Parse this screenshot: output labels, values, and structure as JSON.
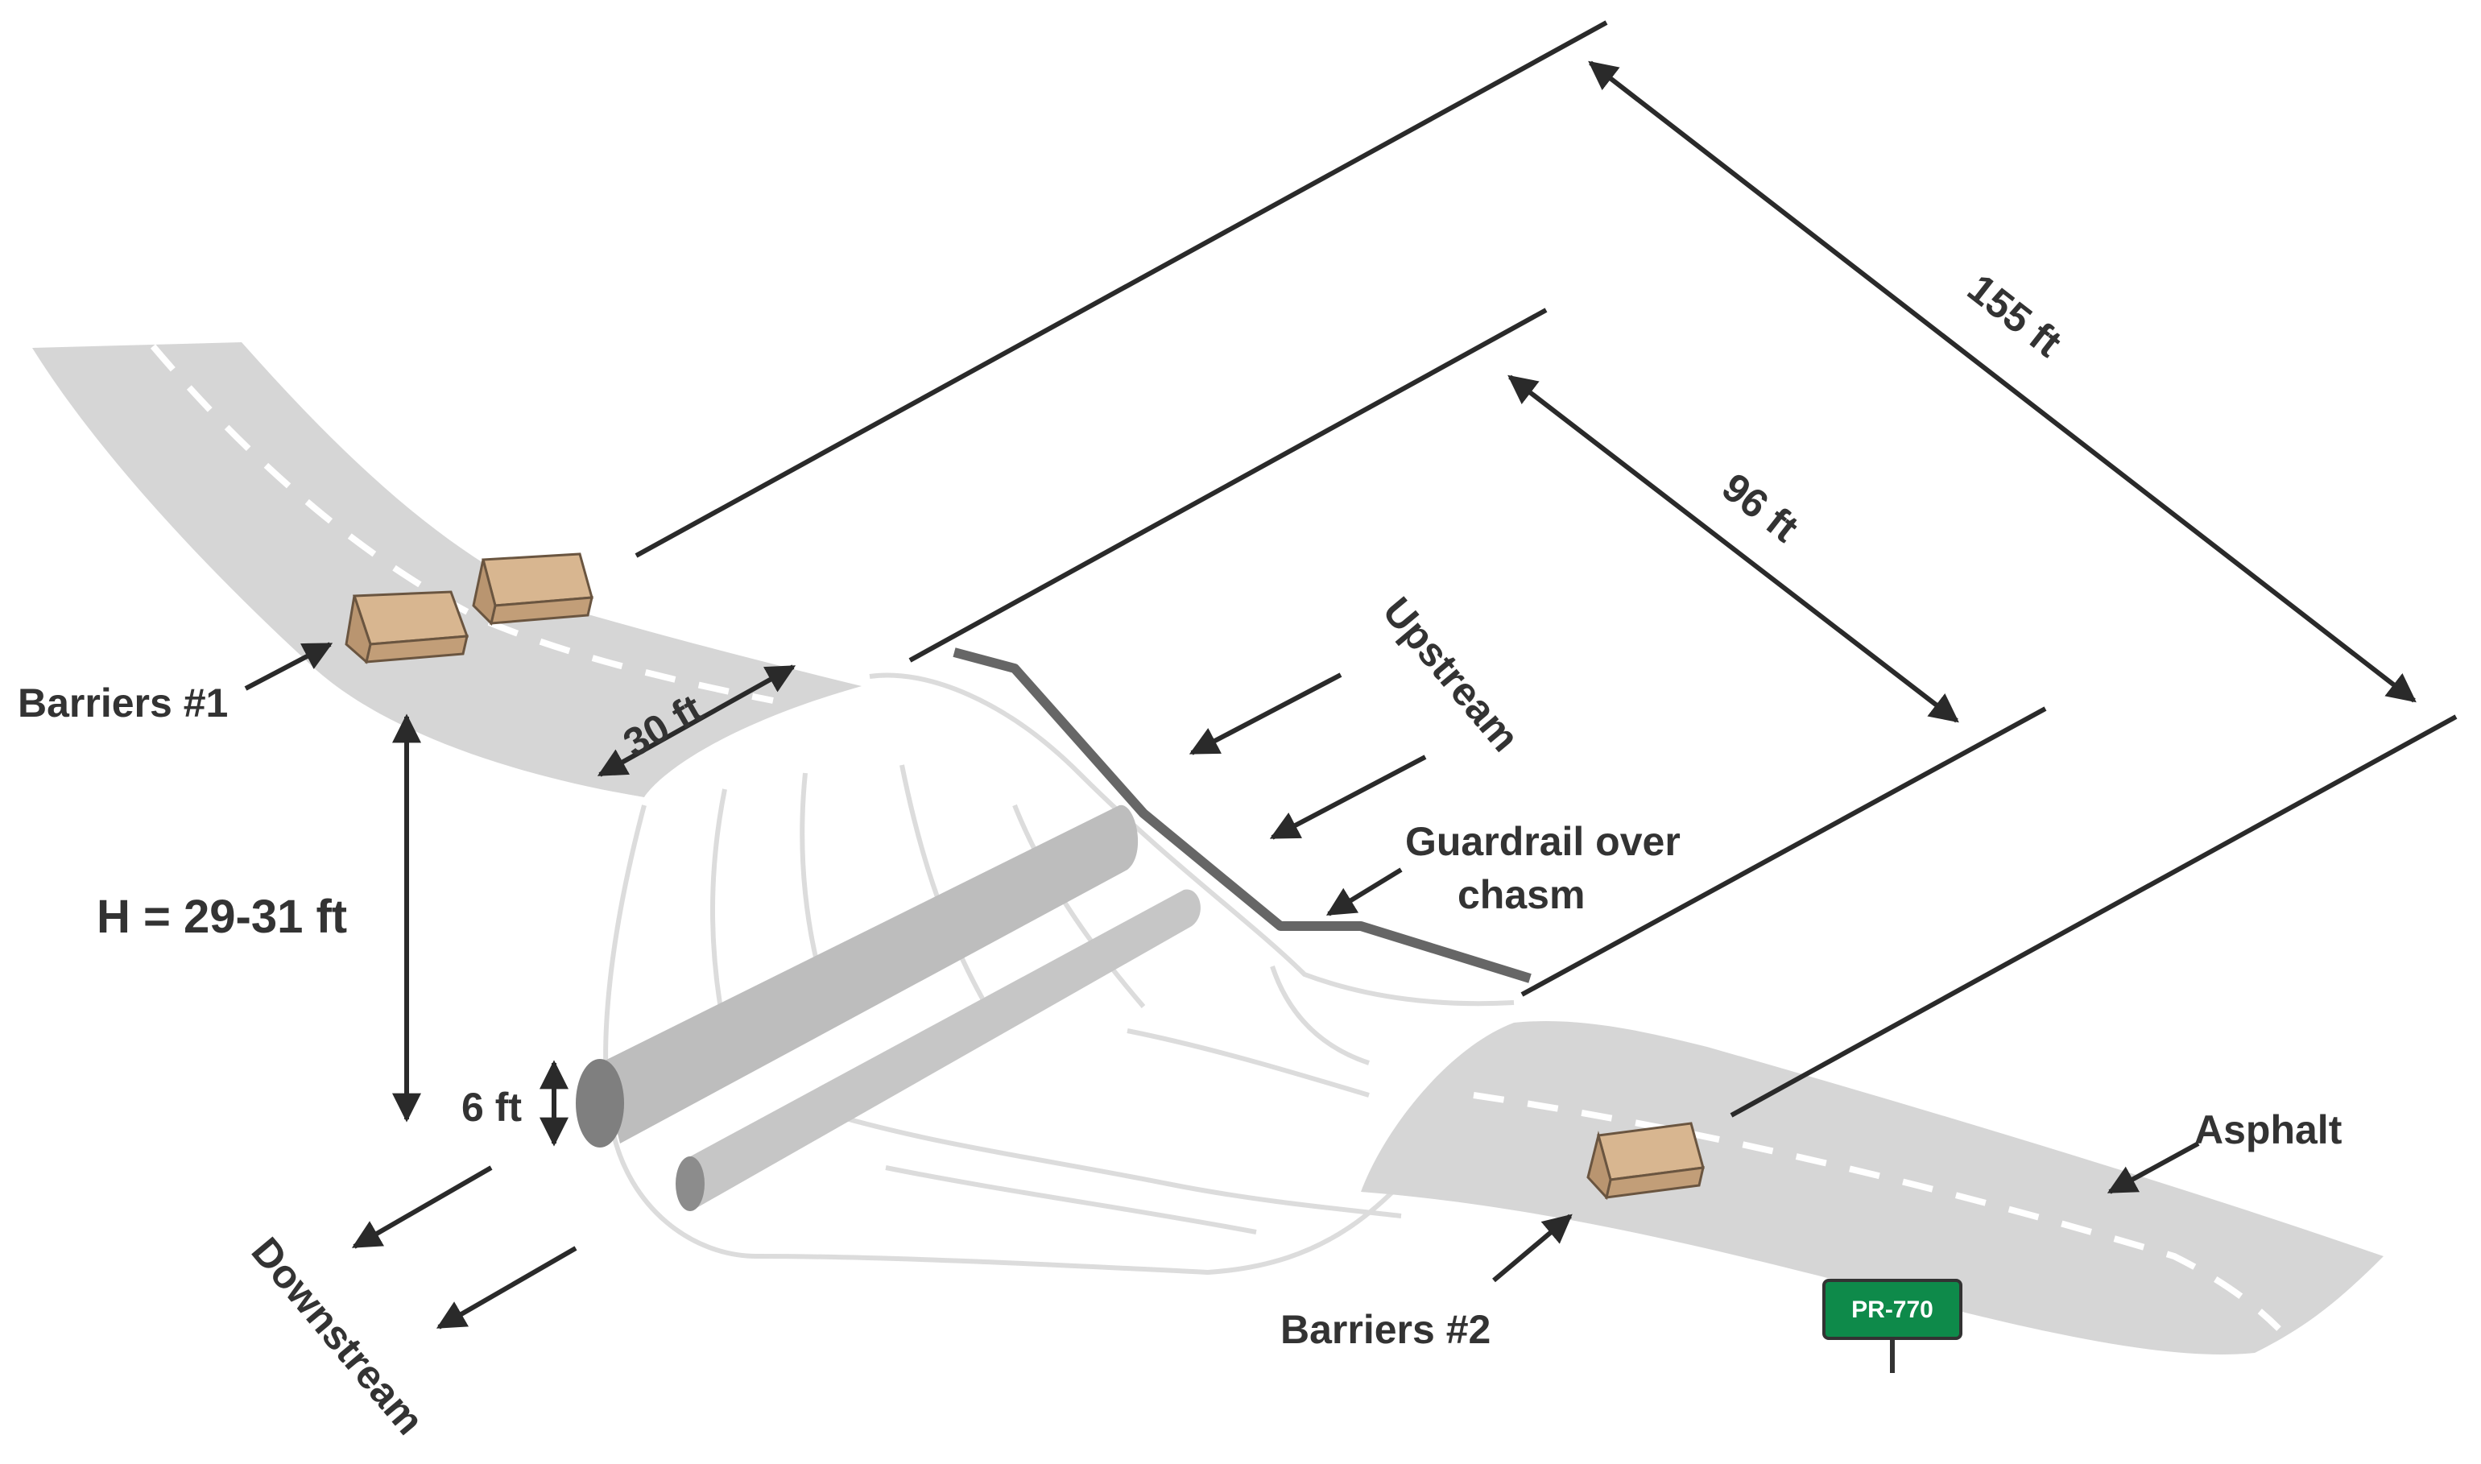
{
  "labels": {
    "barriers_1": "Barriers #1",
    "barriers_2": "Barriers #2",
    "road_width": "30 ft",
    "height": "H = 29-31 ft",
    "pipe_diameter": "6 ft",
    "upstream": "Upstream",
    "downstream": "Downstream",
    "guardrail_line1": "Guardrail over",
    "guardrail_line2": "chasm",
    "asphalt": "Asphalt",
    "dim_96": "96 ft",
    "dim_155": "155 ft",
    "route_sign": "PR-770"
  },
  "colors": {
    "road": "#d6d6d6",
    "chasm_outline": "#dcdcdc",
    "pipe": "#b9b9b9",
    "pipe_end": "#7f7f7f",
    "barrier": "#d8b690",
    "guardrail": "#666666",
    "sign": "#0e8a4a",
    "line": "#2a2a2a"
  }
}
